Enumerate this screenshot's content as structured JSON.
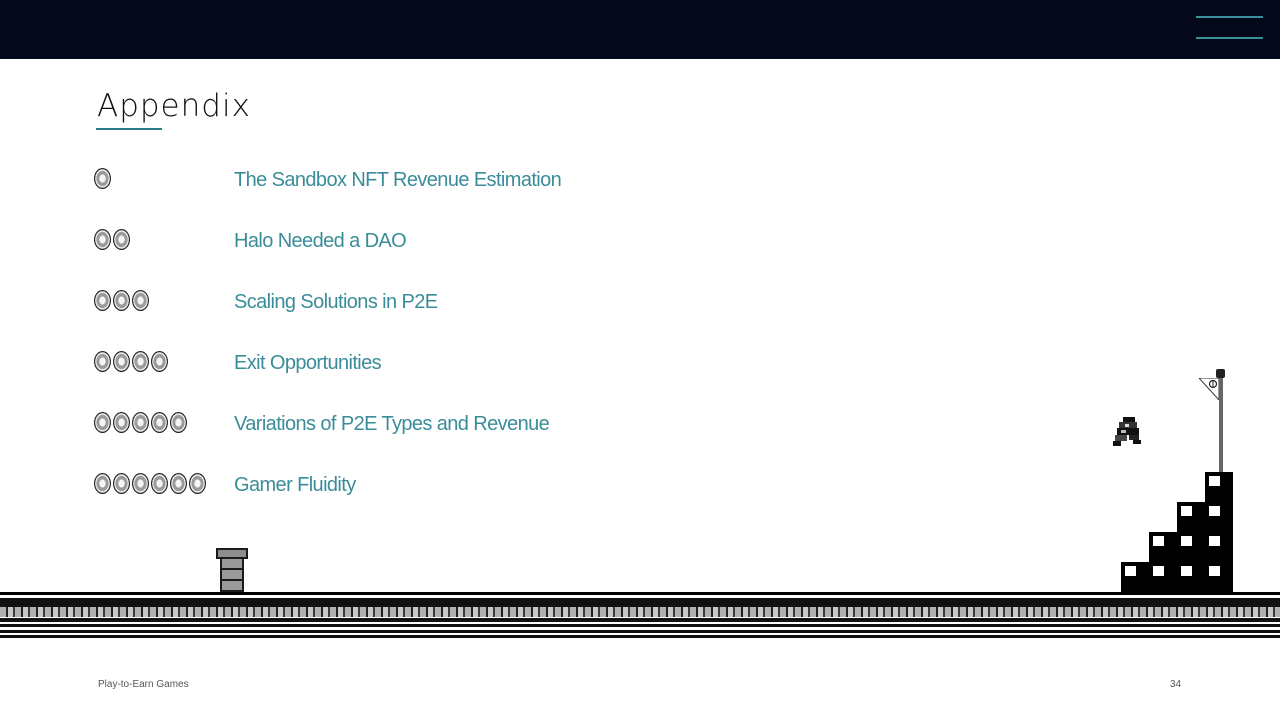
{
  "slide": {
    "title": "Appendix",
    "items": [
      {
        "coins": 1,
        "label": "The Sandbox NFT Revenue Estimation"
      },
      {
        "coins": 2,
        "label": "Halo Needed a DAO"
      },
      {
        "coins": 3,
        "label": "Scaling Solutions in P2E"
      },
      {
        "coins": 4,
        "label": "Exit Opportunities"
      },
      {
        "coins": 5,
        "label": "Variations of P2E Types and Revenue"
      },
      {
        "coins": 6,
        "label": "Gamer Fluidity"
      }
    ]
  },
  "footer": {
    "left": "Play-to-Earn Games",
    "page_number": "34"
  },
  "colors": {
    "header_bar": "#050818",
    "accent": "#3a8d98",
    "title": "#111111"
  },
  "icons": {
    "menu": "menu-icon",
    "coin": "coin-icon",
    "pipe": "pipe-icon",
    "stairs": "block-stairs",
    "flagpole": "flagpole-icon",
    "mario": "mario-jumping-icon"
  }
}
